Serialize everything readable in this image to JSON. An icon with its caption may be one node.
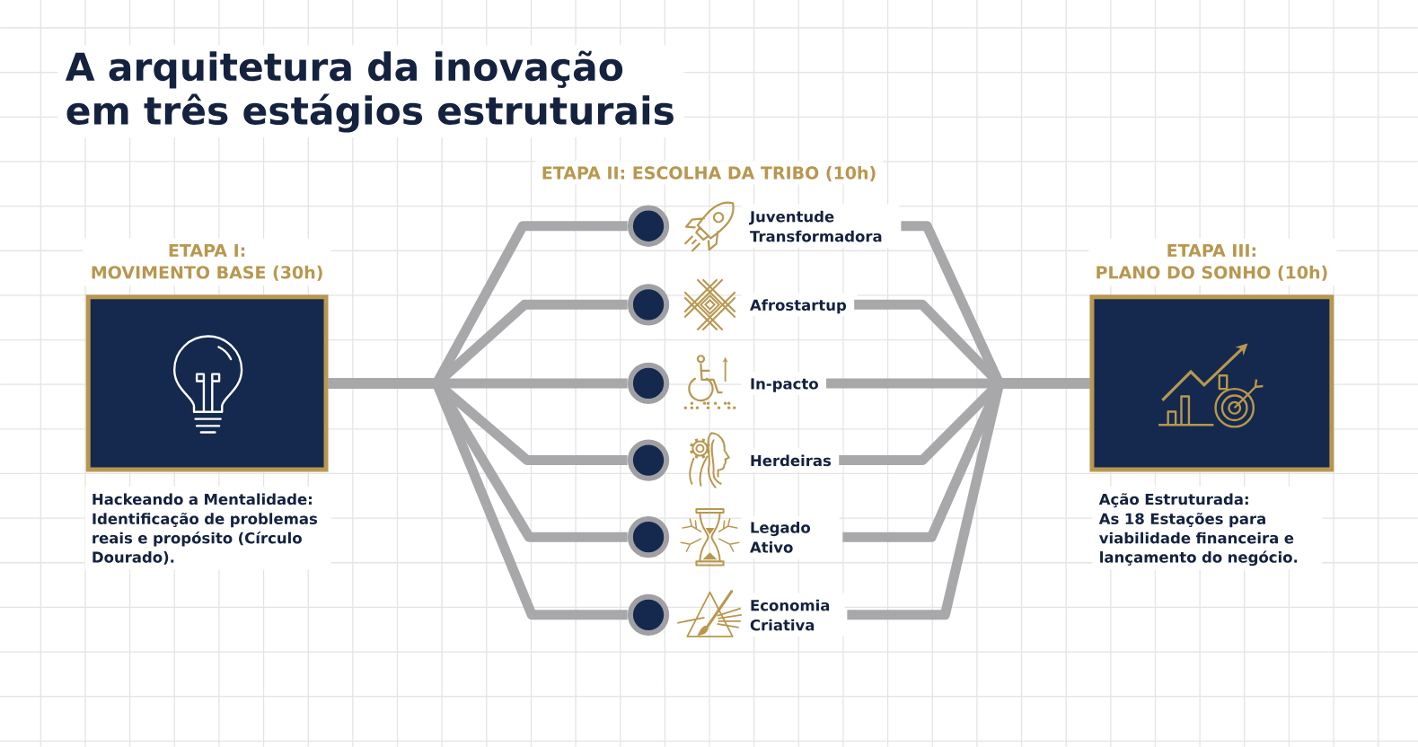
{
  "diagram": {
    "title": "A arquitetura da inovação em três estágios estruturais",
    "nodes": [
      {
        "text": [
          "ETAPA I:",
          "MOVIMENTO BASE (30h)",
          "Hackeando a Mentalidade:",
          "Identificação de problemas reais e propósito (Círculo Dourado)."
        ]
      },
      {
        "text": [
          "Juventude Transformadora"
        ]
      },
      {
        "text": [
          "Afrostartup"
        ]
      },
      {
        "text": [
          "In-pacto"
        ]
      },
      {
        "text": [
          "Herdeiras"
        ]
      },
      {
        "text": [
          "Legado Ativo"
        ]
      },
      {
        "text": [
          "Economia Criativa"
        ]
      },
      {
        "text": [
          "ETAPA III:",
          "PLANO DO SONHO (10h)",
          "Ação Estruturada:",
          "As 18 Estações para viabilidade financeira e lançamento do negócio."
        ]
      }
    ],
    "edges": [
      {
        "from": 0,
        "to": 1,
        "arrow": "none"
      },
      {
        "from": 0,
        "to": 2,
        "arrow": "none"
      },
      {
        "from": 0,
        "to": 3,
        "arrow": "none"
      },
      {
        "from": 0,
        "to": 4,
        "arrow": "none"
      },
      {
        "from": 0,
        "to": 5,
        "arrow": "none"
      },
      {
        "from": 0,
        "to": 6,
        "arrow": "none"
      },
      {
        "from": 1,
        "to": 7,
        "arrow": "none"
      },
      {
        "from": 2,
        "to": 7,
        "arrow": "none"
      },
      {
        "from": 3,
        "to": 7,
        "arrow": "none"
      },
      {
        "from": 4,
        "to": 7,
        "arrow": "none"
      },
      {
        "from": 5,
        "to": 7,
        "arrow": "none"
      },
      {
        "from": 6,
        "to": 7,
        "arrow": "none"
      }
    ],
    "labels": [
      "ETAPA II: ESCOLHA DA TRIBO (10h)"
    ]
  }
}
